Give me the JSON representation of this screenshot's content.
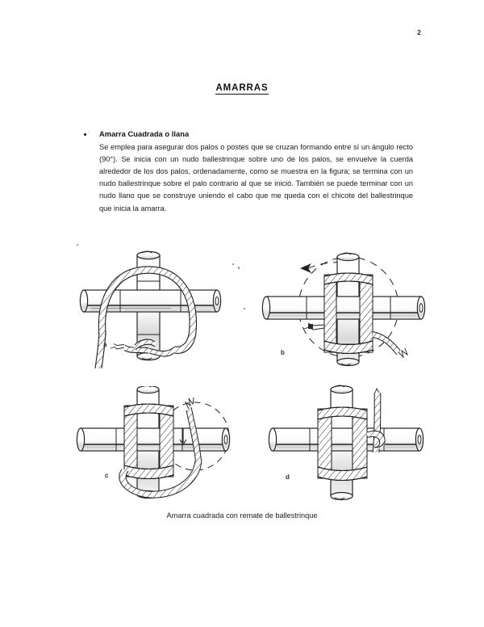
{
  "page": {
    "number": "2",
    "background": "#ffffff",
    "ink_color": "#1a1a1a"
  },
  "heading": {
    "title": "AMARRAS",
    "underlined": true
  },
  "content": {
    "bullet_icon": "bullet-dot-icon",
    "subheading": "Amarra Cuadrada o llana",
    "paragraph": "Se emplea para asegurar dos palos o postes que se cruzan formando entre sí un ángulo recto (90°). Se inicia con un nudo ballestrinque sobre uno de los palos, se envuelve la cuerda alrededor de los dos palos, ordenadamente, como se muestra en la figura; se termina con un nudo ballestrinque sobre el palo contrario al que se inició. También se puede terminar con un nudo llano que se construye uniendo el cabo que me queda con el chicote del ballestrinque que inicia la amarra."
  },
  "figures": [
    {
      "id": "figure-a",
      "label": "a",
      "description": "Dos palos cruzados con nudo ballestrinque inicial y cabo suelto"
    },
    {
      "id": "figure-b",
      "label": "b",
      "description": "Cuerda envuelta alrededor de los dos palos con flecha de dirección"
    },
    {
      "id": "figure-c",
      "label": "c",
      "description": "Vueltas de fraile apretando la amarra"
    },
    {
      "id": "figure-d",
      "label": "d",
      "description": "Amarra terminada con remate de ballestrinque"
    }
  ],
  "figure_caption": "Amarra cuadrada con remate de ballestrinque"
}
